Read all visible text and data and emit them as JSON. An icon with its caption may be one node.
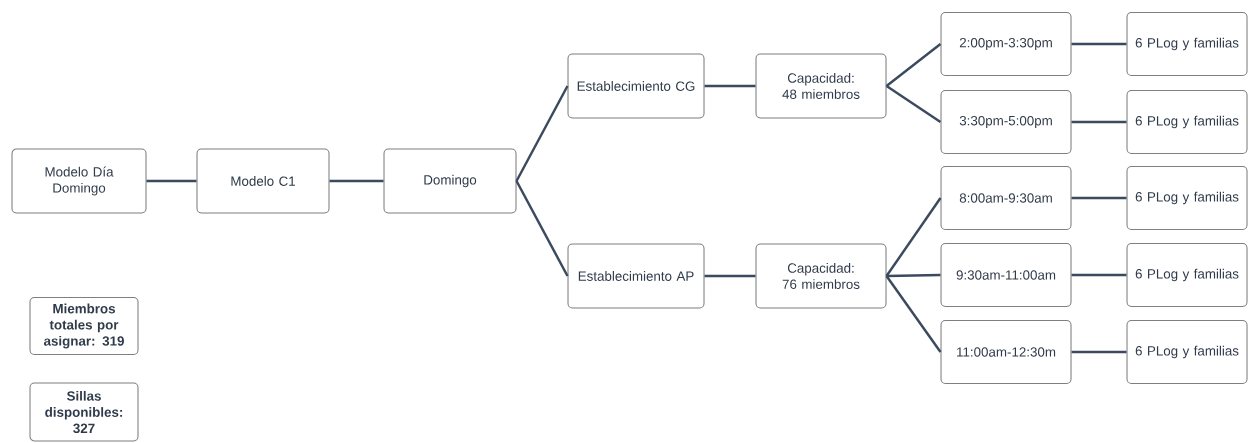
{
  "diagram": {
    "nodes": [
      {
        "text": [
          "Modelo Día Domingo"
        ]
      },
      {
        "text": [
          "Modelo C1"
        ]
      },
      {
        "text": [
          "Domingo"
        ]
      },
      {
        "text": [
          "Establecimiento CG"
        ]
      },
      {
        "text": [
          "Capacidad: 48 miembros"
        ]
      },
      {
        "text": [
          "2:00pm-3:30pm"
        ]
      },
      {
        "text": [
          "6 PLog y familias"
        ]
      },
      {
        "text": [
          "3:30pm-5:00pm"
        ]
      },
      {
        "text": [
          "6 PLog y familias"
        ]
      },
      {
        "text": [
          "Establecimiento AP"
        ]
      },
      {
        "text": [
          "Capacidad: 76 miembros"
        ]
      },
      {
        "text": [
          "8:00am-9:30am"
        ]
      },
      {
        "text": [
          "6 PLog y familias"
        ]
      },
      {
        "text": [
          "9:30am-11:00am"
        ]
      },
      {
        "text": [
          "6 PLog y familias"
        ]
      },
      {
        "text": [
          "11:00am-12:30m"
        ]
      },
      {
        "text": [
          "6 PLog y familias"
        ]
      },
      {
        "text": [
          "Miembros totales por asignar: 319"
        ]
      },
      {
        "text": [
          "Sillas disponibles: 327"
        ]
      }
    ],
    "edges": [
      {
        "from": 0,
        "to": 1,
        "arrow": "none"
      },
      {
        "from": 1,
        "to": 2,
        "arrow": "none"
      },
      {
        "from": 2,
        "to": 3,
        "arrow": "none"
      },
      {
        "from": 2,
        "to": 9,
        "arrow": "none"
      },
      {
        "from": 3,
        "to": 4,
        "arrow": "none"
      },
      {
        "from": 4,
        "to": 5,
        "arrow": "none"
      },
      {
        "from": 4,
        "to": 7,
        "arrow": "none"
      },
      {
        "from": 5,
        "to": 6,
        "arrow": "none"
      },
      {
        "from": 7,
        "to": 8,
        "arrow": "none"
      },
      {
        "from": 9,
        "to": 10,
        "arrow": "none"
      },
      {
        "from": 10,
        "to": 11,
        "arrow": "none"
      },
      {
        "from": 10,
        "to": 13,
        "arrow": "none"
      },
      {
        "from": 10,
        "to": 15,
        "arrow": "none"
      },
      {
        "from": 11,
        "to": 12,
        "arrow": "none"
      },
      {
        "from": 13,
        "to": 14,
        "arrow": "none"
      },
      {
        "from": 15,
        "to": 16,
        "arrow": "none"
      }
    ]
  }
}
